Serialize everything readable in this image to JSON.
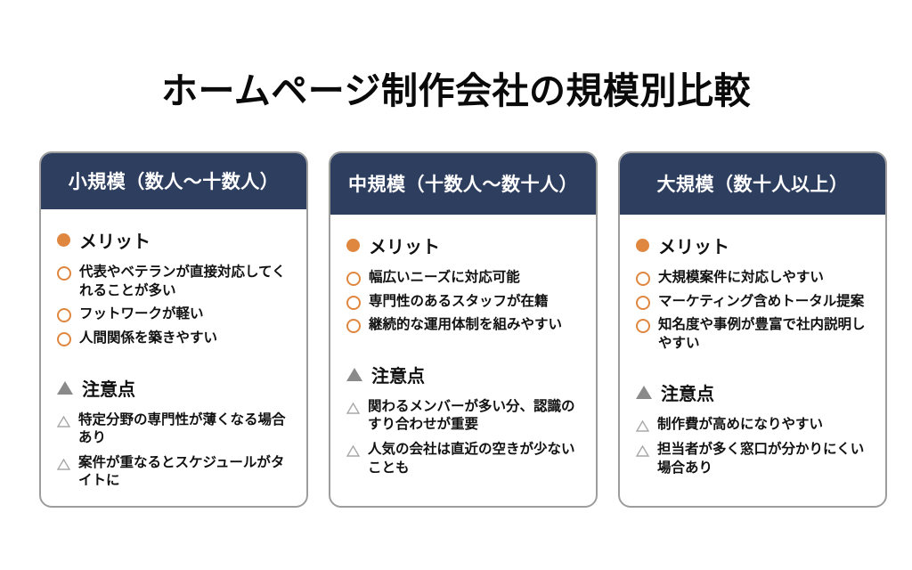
{
  "title": "ホームページ制作会社の規模別比較",
  "colors": {
    "header_navy": "#2e3e5f",
    "accent_orange": "#e0873f",
    "caution_gray": "#8a8a8a",
    "card_border": "#9d9d9d",
    "background": "#ffffff",
    "text": "#111111"
  },
  "cards": [
    {
      "header": "小規模（数人〜十数人）",
      "merit": {
        "label": "メリット",
        "items": [
          "代表やベテランが直接対応してくれることが多い",
          "フットワークが軽い",
          "人間関係を築きやすい"
        ]
      },
      "caution": {
        "label": "注意点",
        "items": [
          "特定分野の専門性が薄くなる場合あり",
          "案件が重なるとスケジュールがタイトに"
        ]
      }
    },
    {
      "header": "中規模（十数人〜数十人）",
      "merit": {
        "label": "メリット",
        "items": [
          "幅広いニーズに対応可能",
          "専門性のあるスタッフが在籍",
          "継続的な運用体制を組みやすい"
        ]
      },
      "caution": {
        "label": "注意点",
        "items": [
          "関わるメンバーが多い分、認識のすり合わせが重要",
          "人気の会社は直近の空きが少ないことも"
        ]
      }
    },
    {
      "header": "大規模（数十人以上）",
      "merit": {
        "label": "メリット",
        "items": [
          "大規模案件に対応しやすい",
          "マーケティング含めトータル提案",
          "知名度や事例が豊富で社内説明しやすい"
        ]
      },
      "caution": {
        "label": "注意点",
        "items": [
          "制作費が高めになりやすい",
          "担当者が多く窓口が分かりにくい場合あり"
        ]
      }
    }
  ]
}
